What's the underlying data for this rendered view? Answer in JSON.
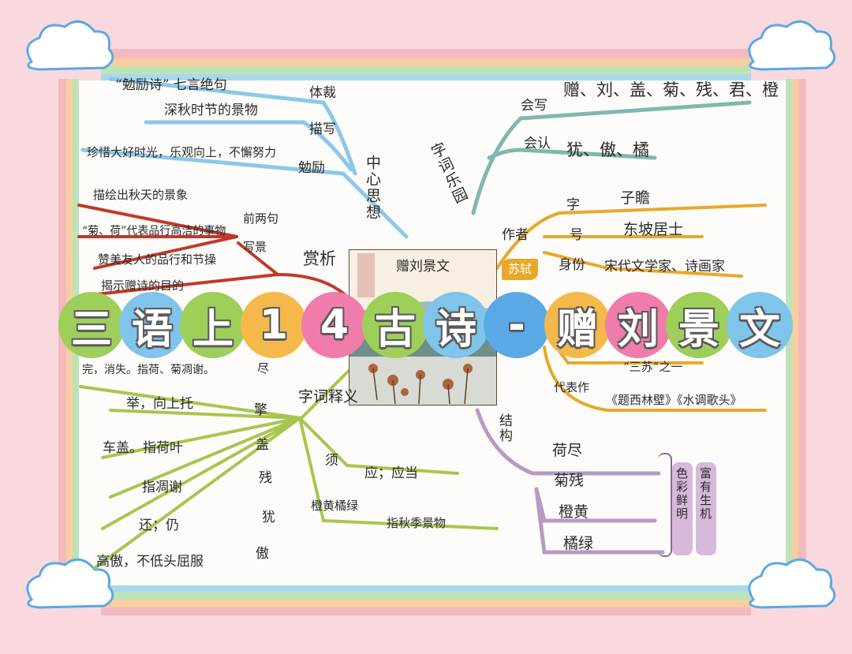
{
  "colors": {
    "background": "#f9d8de",
    "stripes": [
      "#f4b8c0",
      "#f7cfa0",
      "#f5e9a8",
      "#bfe3b9",
      "#a9d8ea",
      "#c9b8e8"
    ],
    "branch_blue": "#8cc8e8",
    "branch_teal": "#7fb8ad",
    "branch_red": "#c0392b",
    "branch_orange": "#e8a829",
    "branch_green": "#a8c64e",
    "branch_purple": "#b89ac4"
  },
  "title_chars": [
    {
      "char": "三",
      "color": "#9ecf5a"
    },
    {
      "char": "语",
      "color": "#7fc4ea"
    },
    {
      "char": "上",
      "color": "#9ecf5a"
    },
    {
      "char": "1",
      "color": "#f4b94a"
    },
    {
      "char": "4",
      "color": "#f07cab"
    },
    {
      "char": "古",
      "color": "#9ecf5a"
    },
    {
      "char": "诗",
      "color": "#7fc4ea"
    },
    {
      "char": "-",
      "color": "#5aa9e6"
    },
    {
      "char": "赠",
      "color": "#f4b94a"
    },
    {
      "char": "刘",
      "color": "#f07cab"
    },
    {
      "char": "景",
      "color": "#9ecf5a"
    },
    {
      "char": "文",
      "color": "#7fc4ea"
    }
  ],
  "center": {
    "title": "赠刘景文",
    "cover_text": "赠刘景文"
  },
  "theme": {
    "label": "中心思想",
    "items": [
      {
        "key": "体裁",
        "value": "“勉励诗” 七言绝句"
      },
      {
        "key": "描写",
        "value": "深秋时节的景物"
      },
      {
        "key": "勉励",
        "value": "珍惜大好时光，乐观向上，不懈努力"
      }
    ]
  },
  "characters": {
    "label": "字词乐园",
    "write_label": "会写",
    "write_value": "赠、刘、盖、菊、残、君、橙",
    "read_label": "会认",
    "read_value": "犹、傲、橘"
  },
  "appreciation": {
    "label": "赏析",
    "first_two": "前两句",
    "scenery": "写景",
    "items": [
      "描绘出秋天的景象",
      "“菊、荷”代表品行高洁的事物",
      "赞美友人的品行和节操",
      "揭示赠诗的目的"
    ]
  },
  "author": {
    "label": "作者",
    "name": "苏轼",
    "rows": [
      {
        "key": "字",
        "value": "子瞻"
      },
      {
        "key": "号",
        "value": "东坡居士"
      },
      {
        "key": "身份",
        "value": "宋代文学家、诗画家"
      },
      {
        "key": "",
        "value": "“三苏”之一"
      },
      {
        "key": "代表作",
        "value": "《题西林壁》《水调歌头》"
      }
    ]
  },
  "vocab": {
    "label": "字词释义",
    "items": [
      {
        "word": "尽",
        "meaning": "完，消失。指荷、菊凋谢。"
      },
      {
        "word": "擎",
        "meaning": "举，向上托"
      },
      {
        "word": "盖",
        "meaning": "车盖。指荷叶"
      },
      {
        "word": "残",
        "meaning": "指凋谢"
      },
      {
        "word": "犹",
        "meaning": "还；仍"
      },
      {
        "word": "傲",
        "meaning": "高傲，不低头屈服"
      },
      {
        "word": "须",
        "meaning": "应；应当"
      },
      {
        "word": "橙黄橘绿",
        "meaning": "指秋季景物"
      }
    ]
  },
  "structure": {
    "label": "结构",
    "items": [
      "荷尽",
      "菊残",
      "橙黄",
      "橘绿"
    ],
    "tag1": "色彩鲜明",
    "tag2": "富有生机"
  }
}
